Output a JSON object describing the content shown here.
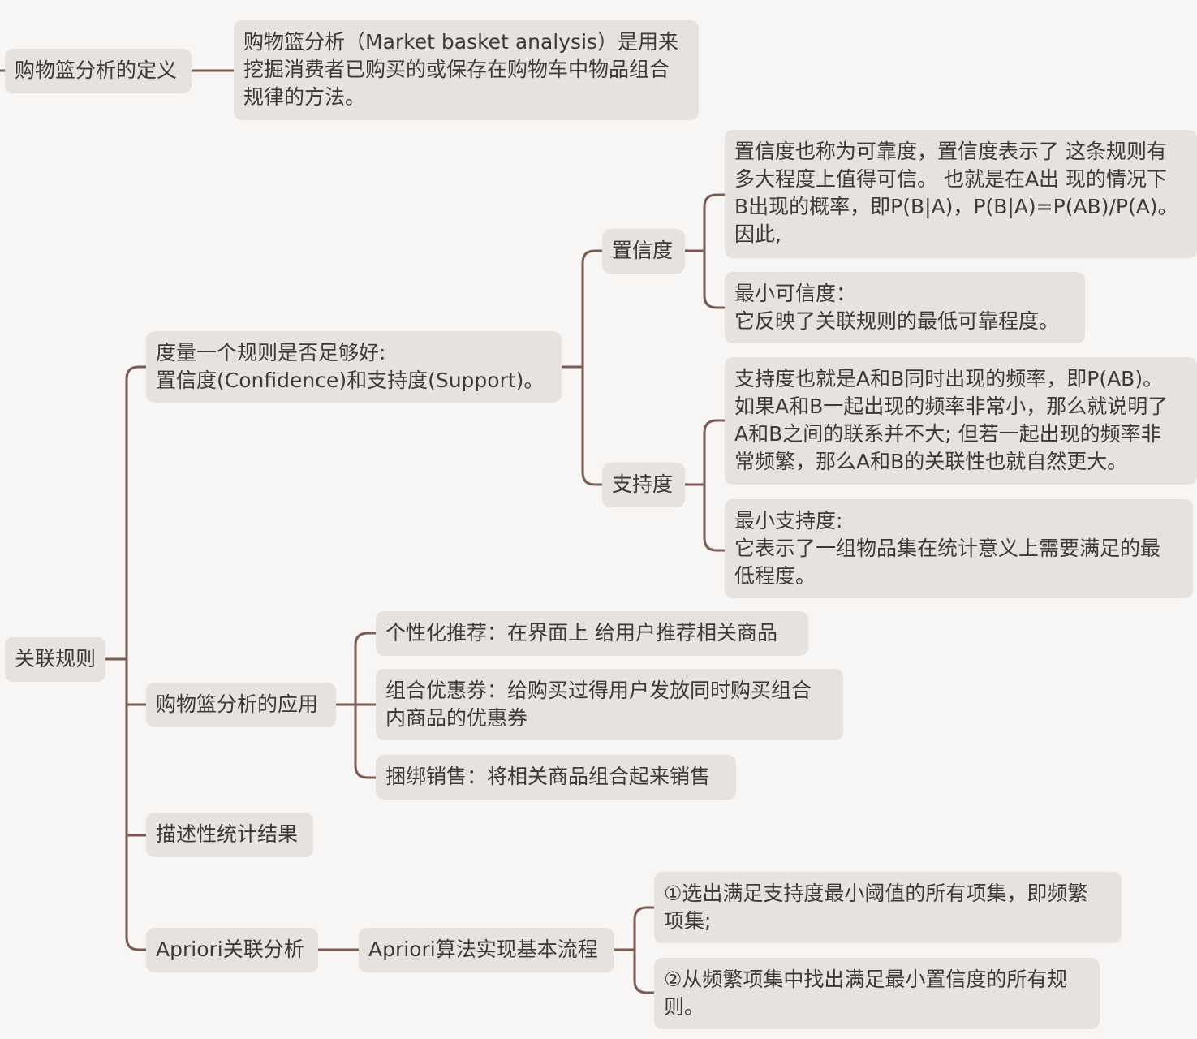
{
  "definition": {
    "title": "购物篮分析的定义",
    "text": [
      "购物篮分析（Market basket analysis）是用来",
      "挖掘消费者已购买的或保存在购物车中物品组合",
      "规律的方法。"
    ]
  },
  "root": {
    "label": "关联规则"
  },
  "measure": {
    "lines": [
      "度量一个规则是否足够好:",
      "置信度(Confidence)和支持度(Support)。"
    ]
  },
  "confidence": {
    "label": "置信度",
    "desc": [
      "置信度也称为可靠度，置信度表示了 这条规则有",
      "多大程度上值得可信。 也就是在A出 现的情况下",
      "B出现的概率，即P(B|A)，P(B|A)=P(AB)/P(A)。",
      "因此,"
    ],
    "min": [
      "最小可信度：",
      "它反映了关联规则的最低可靠程度。"
    ]
  },
  "support": {
    "label": "支持度",
    "desc": [
      "支持度也就是A和B同时出现的频率，即P(AB)。",
      "如果A和B一起出现的频率非常小，那么就说明了",
      "A和B之间的联系并不大; 但若一起出现的频率非",
      "常频繁，那么A和B的关联性也就自然更大。"
    ],
    "min": [
      "最小支持度:",
      "它表示了一组物品集在统计意义上需要满足的最",
      "低程度。"
    ]
  },
  "application": {
    "label": "购物篮分析的应用",
    "items": [
      [
        "个性化推荐：在界面上 给用户推荐相关商品"
      ],
      [
        "组合优惠券：给购买过得用户发放同时购买组合",
        "内商品的优惠券"
      ],
      [
        "捆绑销售：将相关商品组合起来销售"
      ]
    ]
  },
  "stats": {
    "label": "描述性统计结果"
  },
  "apriori": {
    "label": "Apriori关联分析",
    "process": "Apriori算法实现基本流程",
    "steps": [
      [
        "①选出满足支持度最小阈值的所有项集，即频繁",
        "项集;"
      ],
      [
        "②从频繁项集中找出满足最小置信度的所有规",
        "则。"
      ]
    ]
  }
}
